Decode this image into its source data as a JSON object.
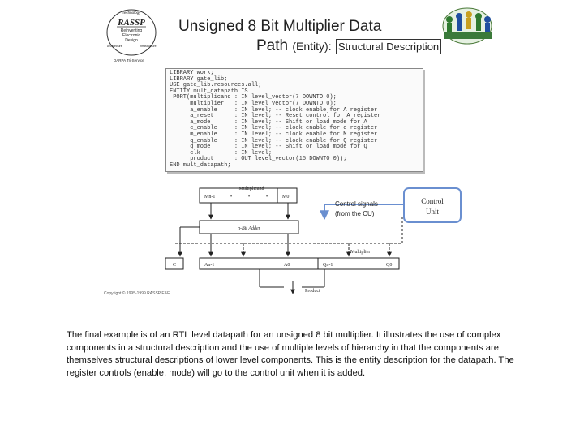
{
  "logo_left": {
    "top_text": "Technology",
    "name": "RASSP",
    "sub": [
      "Reinventing",
      "Electronic",
      "Design"
    ],
    "left": "Architecture",
    "right": "Infrastructure",
    "bottom": "DARPA Tri-Service"
  },
  "title": {
    "line1": "Unsigned 8 Bit Multiplier Data",
    "line2_main": "Path",
    "line2_paren": "(Entity):",
    "line2_boxed": "Structural Description"
  },
  "code_lines": [
    "LIBRARY work;",
    "LIBRARY gate_lib;",
    "USE gate_lib.resources.all;",
    "ENTITY mult_datapath IS",
    " PORT(multiplicand : IN level_vector(7 DOWNTO 0);",
    "      multiplier   : IN level_vector(7 DOWNTO 0);",
    "      a_enable     : IN level; -- clock enable for A register",
    "      a_reset      : IN level; -- Reset control for A register",
    "      a_mode       : IN level; -- Shift or load mode for A",
    "      c_enable     : IN level; -- clock enable for c register",
    "      m_enable     : IN level; -- clock enable for M register",
    "      q_enable     : IN level; -- clock enable for Q register",
    "      q_mode       : IN level; -- Shift or load mode for Q",
    "      clk          : IN level;",
    "      product      : OUT level_vector(15 DOWNTO 0));",
    "END mult_datapath;"
  ],
  "diagram": {
    "multiplicand": "Multiplicand",
    "m_high": "Mn-1",
    "m_low": "M0",
    "dots": [
      "•",
      "•",
      "•"
    ],
    "adder": "n-Bit Adder",
    "c_reg": "C",
    "a_high": "An-1",
    "a_low": "A0",
    "q_high": "Qn-1",
    "q_low": "Q0",
    "multiplier": "Multiplier",
    "product": "Product",
    "control_signals": [
      "Control signals",
      "(from the CU)"
    ],
    "control_unit": [
      "Control",
      "Unit"
    ]
  },
  "copyright": "Copyright © 1995-1999 RASSP E&F",
  "description": "The final example is of an RTL level datapath for an unsigned 8 bit multiplier. It illustrates the use of complex components in a structural description and the use of multiple levels of hierarchy in that the components are themselves structural descriptions of lower level components. This is the entity description for the datapath. The register controls (enable, mode) will go to the control unit when it is added.",
  "colors": {
    "control_unit_border": "#6a8fd0",
    "arrow_blue": "#6a8fd0",
    "text": "#111111"
  }
}
